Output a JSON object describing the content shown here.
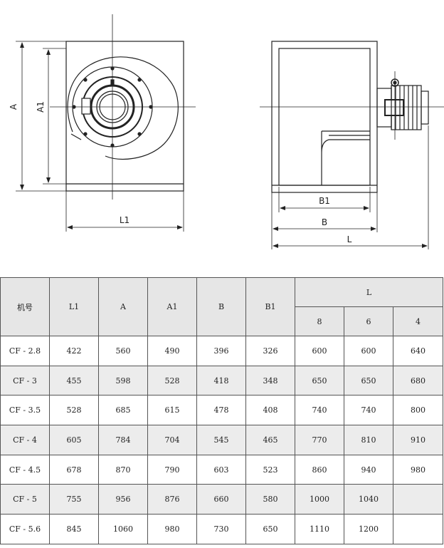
{
  "drawing": {
    "front_view": {
      "label_A": "A",
      "label_A1": "A1",
      "label_L1": "L1"
    },
    "side_view": {
      "label_B1": "B1",
      "label_B": "B",
      "label_L": "L"
    }
  },
  "table": {
    "headers": {
      "model": "机号",
      "L1": "L1",
      "A": "A",
      "A1": "A1",
      "B": "B",
      "B1": "B1",
      "L": "L"
    },
    "L_subheaders": [
      "8",
      "6",
      "4"
    ],
    "rows": [
      {
        "model": "CF - 2.8",
        "L1": "422",
        "A": "560",
        "A1": "490",
        "B": "396",
        "B1": "326",
        "L8": "600",
        "L6": "600",
        "L4": "640"
      },
      {
        "model": "CF - 3",
        "L1": "455",
        "A": "598",
        "A1": "528",
        "B": "418",
        "B1": "348",
        "L8": "650",
        "L6": "650",
        "L4": "680"
      },
      {
        "model": "CF - 3.5",
        "L1": "528",
        "A": "685",
        "A1": "615",
        "B": "478",
        "B1": "408",
        "L8": "740",
        "L6": "740",
        "L4": "800"
      },
      {
        "model": "CF - 4",
        "L1": "605",
        "A": "784",
        "A1": "704",
        "B": "545",
        "B1": "465",
        "L8": "770",
        "L6": "810",
        "L4": "910"
      },
      {
        "model": "CF - 4.5",
        "L1": "678",
        "A": "870",
        "A1": "790",
        "B": "603",
        "B1": "523",
        "L8": "860",
        "L6": "940",
        "L4": "980"
      },
      {
        "model": "CF - 5",
        "L1": "755",
        "A": "956",
        "A1": "876",
        "B": "660",
        "B1": "580",
        "L8": "1000",
        "L6": "1040",
        "L4": ""
      },
      {
        "model": "CF - 5.6",
        "L1": "845",
        "A": "1060",
        "A1": "980",
        "B": "730",
        "B1": "650",
        "L8": "1110",
        "L6": "1200",
        "L4": ""
      }
    ]
  }
}
